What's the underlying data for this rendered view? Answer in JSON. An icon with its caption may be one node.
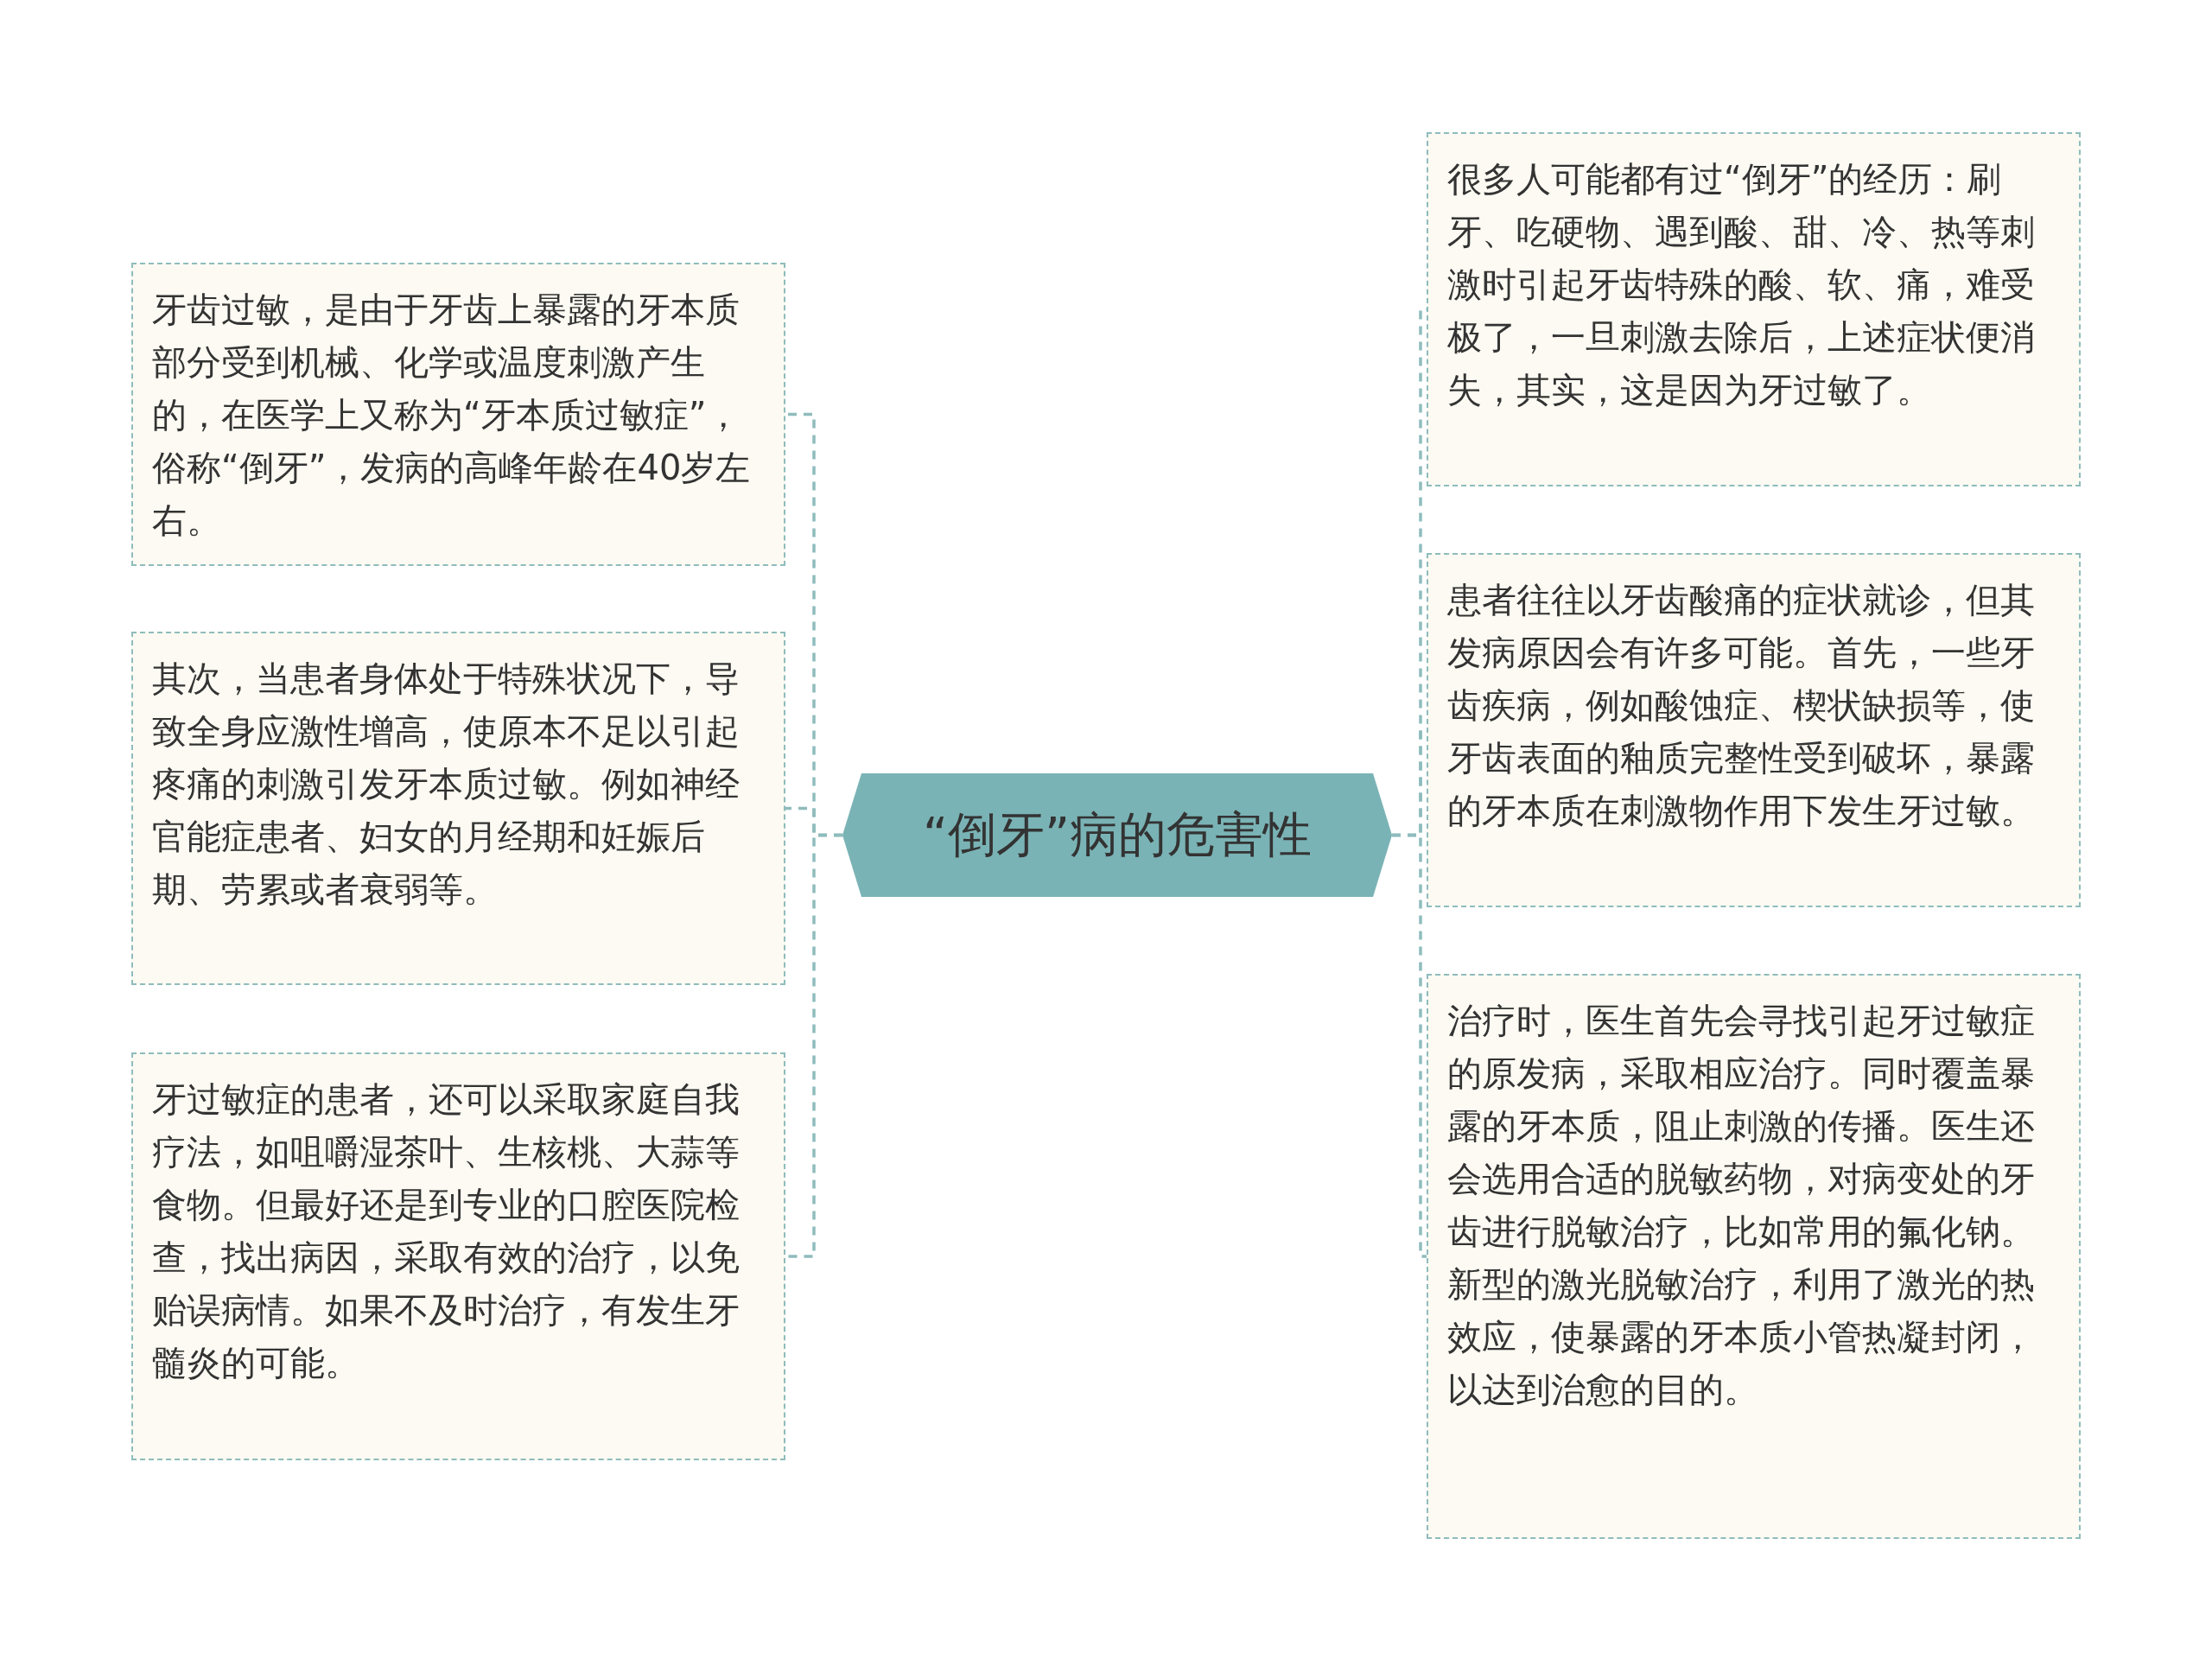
{
  "diagram": {
    "nodes": [
      {
        "text": [
          "“倒牙”病的危害性"
        ]
      },
      {
        "text": [
          "牙齿过敏，是由于牙齿上暴露的牙本质部分受到机械、化学或温度刺激产生的，在医学上又称为“牙本质过敏症”，俗称“倒牙”，发病的高峰年龄在40岁左右。"
        ]
      },
      {
        "text": [
          "其次，当患者身体处于特殊状况下，导致全身应激性增高，使原本不足以引起疼痛的刺激引发牙本质过敏。例如神经官能症患者、妇女的月经期和妊娠后期、劳累或者衰弱等。"
        ]
      },
      {
        "text": [
          "牙过敏症的患者，还可以采取家庭自我疗法，如咀嚼湿茶叶、生核桃、大蒜等食物。但最好还是到专业的口腔医院检查，找出病因，采取有效的治疗，以免贻误病情。如果不及时治疗，有发生牙髓炎的可能。"
        ]
      },
      {
        "text": [
          "很多人可能都有过“倒牙”的经历：刷牙、吃硬物、遇到酸、甜、冷、热等刺激时引起牙齿特殊的酸、软、痛，难受极了，一旦刺激去除后，上述症状便消失，其实，这是因为牙过敏了。"
        ]
      },
      {
        "text": [
          "患者往往以牙齿酸痛的症状就诊，但其发病原因会有许多可能。首先，一些牙齿疾病，例如酸蚀症、楔状缺损等，使牙齿表面的釉质完整性受到破坏，暴露的牙本质在刺激物作用下发生牙过敏。"
        ]
      },
      {
        "text": [
          "治疗时，医生首先会寻找引起牙过敏症的原发病，采取相应治疗。同时覆盖暴露的牙本质，阻止刺激的传播。医生还会选用合适的脱敏药物，对病变处的牙齿进行脱敏治疗，比如常用的氟化钠。新型的激光脱敏治疗，利用了激光的热效应，使暴露的牙本质小管热凝封闭，以达到治愈的目的。"
        ]
      }
    ],
    "edges": [
      {
        "from": 0,
        "to": 1,
        "arrow": "none",
        "style": "dashed"
      },
      {
        "from": 0,
        "to": 2,
        "arrow": "none",
        "style": "dashed"
      },
      {
        "from": 0,
        "to": 3,
        "arrow": "none",
        "style": "dashed"
      },
      {
        "from": 0,
        "to": 4,
        "arrow": "none",
        "style": "dashed"
      },
      {
        "from": 0,
        "to": 5,
        "arrow": "none",
        "style": "dashed"
      },
      {
        "from": 0,
        "to": 6,
        "arrow": "none",
        "style": "dashed"
      }
    ]
  }
}
